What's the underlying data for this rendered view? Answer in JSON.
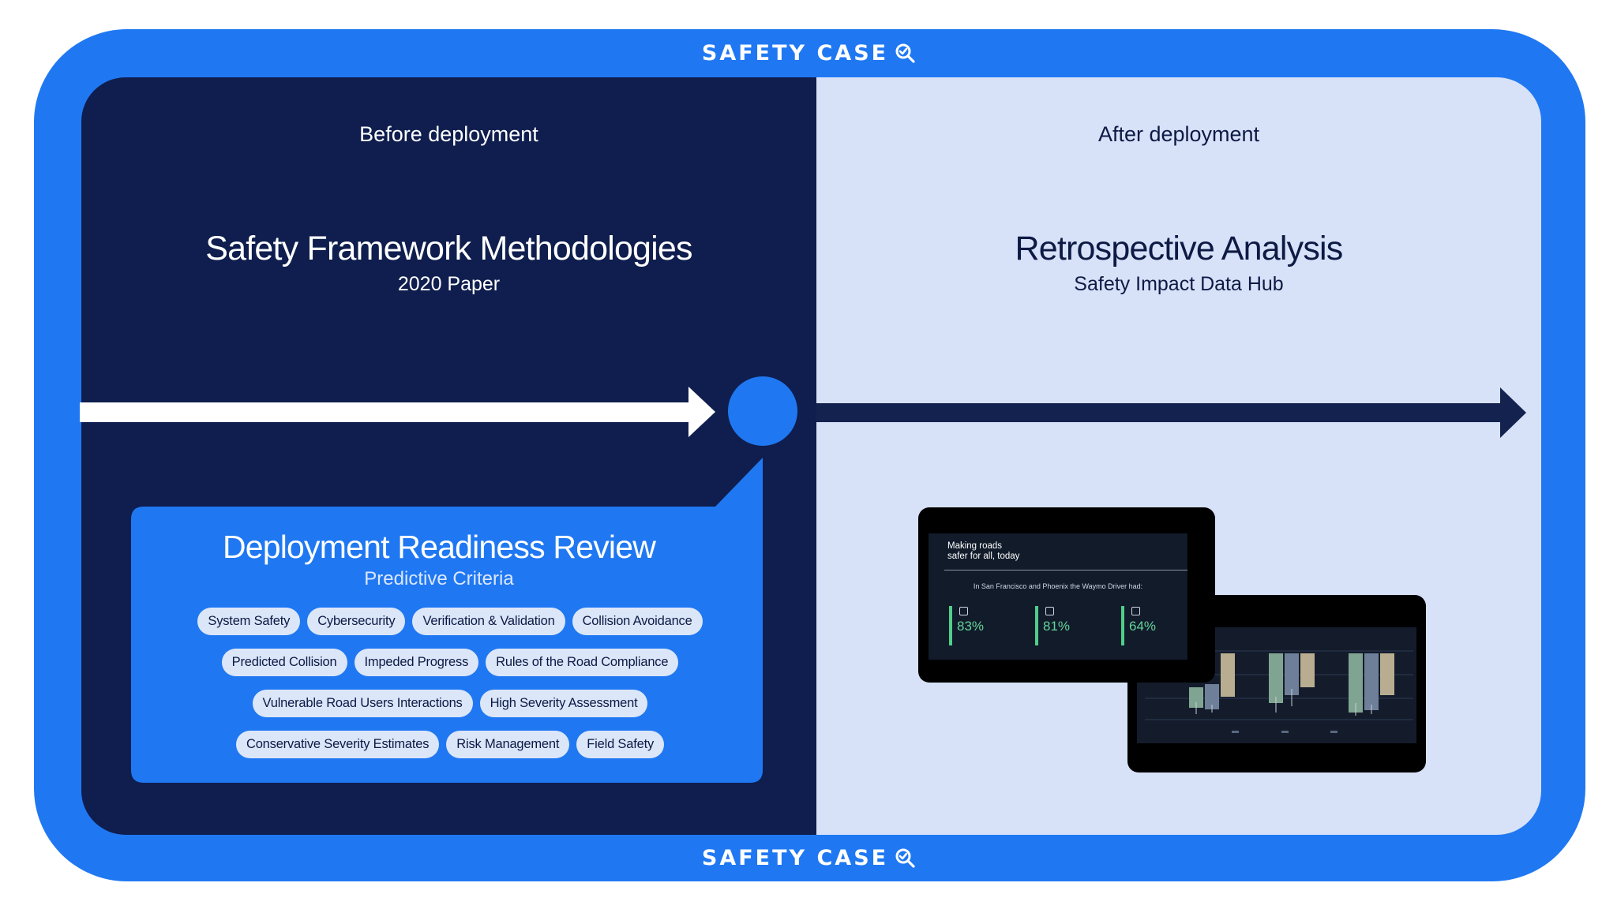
{
  "brand": {
    "label": "SAFETY CASE",
    "icon": "magnifier-check-icon"
  },
  "before": {
    "phase": "Before deployment",
    "title": "Safety Framework Methodologies",
    "subtitle": "2020 Paper"
  },
  "after": {
    "phase": "After deployment",
    "title": "Retrospective Analysis",
    "subtitle": "Safety Impact Data Hub"
  },
  "review": {
    "title": "Deployment Readiness Review",
    "subtitle": "Predictive Criteria",
    "chips": [
      [
        "System Safety",
        "Cybersecurity",
        "Verification & Validation",
        "Collision Avoidance"
      ],
      [
        "Predicted Collision",
        "Impeded Progress",
        "Rules of the Road Compliance"
      ],
      [
        "Vulnerable Road Users Interactions",
        "High Severity Assessment"
      ],
      [
        "Conservative Severity Estimates",
        "Risk Management",
        "Field Safety"
      ]
    ]
  },
  "tablet_front": {
    "heading": "Making roads\nsafer for all, today",
    "subheading": "In San Francisco and Phoenix the Waymo Driver had:",
    "stats": [
      {
        "value": "83%",
        "icon": "airbag-icon"
      },
      {
        "value": "81%",
        "icon": "injury-icon"
      },
      {
        "value": "64%",
        "icon": "police-icon"
      }
    ]
  },
  "colors": {
    "frame": "#1f78f2",
    "left_panel": "#0f1e4e",
    "right_panel": "#d7e1f8",
    "arrow_left": "#ffffff",
    "arrow_right": "#13224f",
    "node": "#1f78f2",
    "chip_bg": "#dce6f9",
    "stat_green": "#64d59a"
  }
}
